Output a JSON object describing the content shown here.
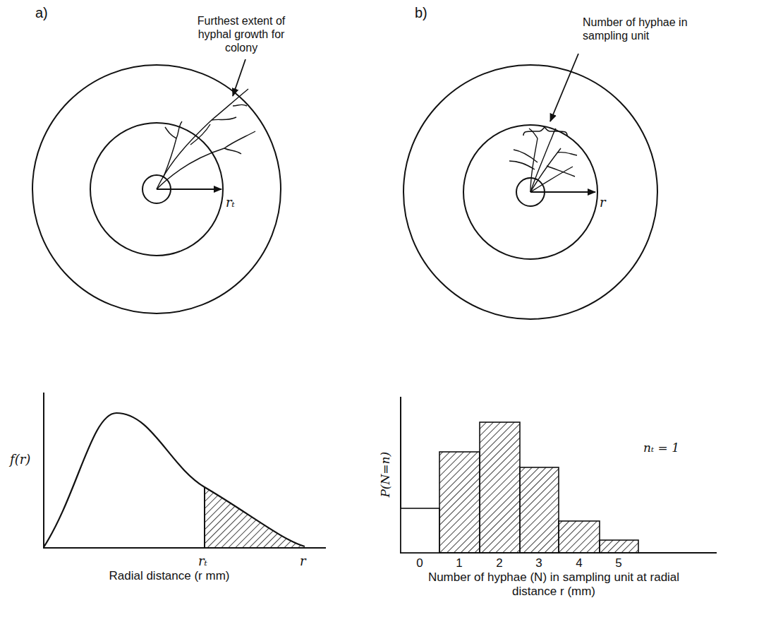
{
  "diagram": {
    "labels": [
      "a)",
      "b)",
      "Furthest extent of hyphal growth for colony",
      "rₜ",
      "Number of hyphae in sampling unit",
      "r",
      "f(r)",
      "rₜ",
      "r",
      "Radial distance (r mm)",
      "P(N=n)",
      "nₜ = 1",
      "0",
      "1",
      "2",
      "3",
      "4",
      "5",
      "Number of hyphae (N) in sampling unit at radial distance r (mm)"
    ]
  }
}
